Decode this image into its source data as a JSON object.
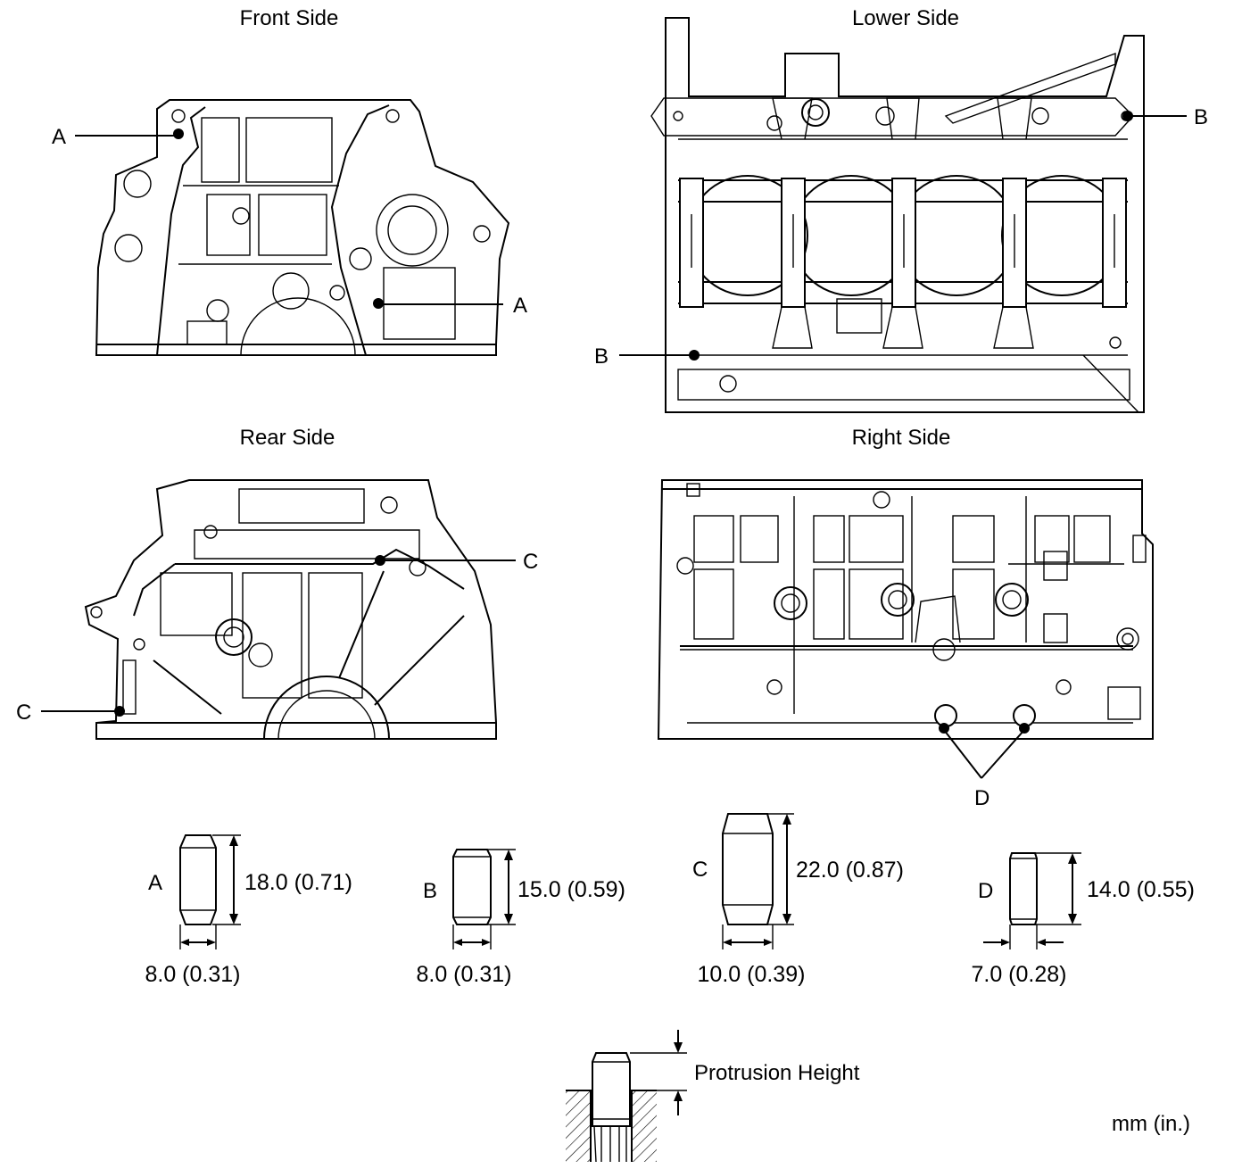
{
  "views": {
    "front": {
      "title": "Front Side",
      "callouts": [
        "A",
        "A"
      ]
    },
    "lower": {
      "title": "Lower Side",
      "callouts": [
        "B",
        "B"
      ]
    },
    "rear": {
      "title": "Rear Side",
      "callouts": [
        "C",
        "C"
      ]
    },
    "right": {
      "title": "Right Side",
      "callouts": [
        "D"
      ]
    }
  },
  "pins": [
    {
      "letter": "A",
      "length": "18.0 (0.71)",
      "diameter": "8.0 (0.31)"
    },
    {
      "letter": "B",
      "length": "15.0 (0.59)",
      "diameter": "8.0 (0.31)"
    },
    {
      "letter": "C",
      "length": "22.0 (0.87)",
      "diameter": "10.0 (0.39)"
    },
    {
      "letter": "D",
      "length": "14.0 (0.55)",
      "diameter": "7.0 (0.28)"
    }
  ],
  "protrusion": {
    "label": "Protrusion Height"
  },
  "units": "mm (in.)"
}
